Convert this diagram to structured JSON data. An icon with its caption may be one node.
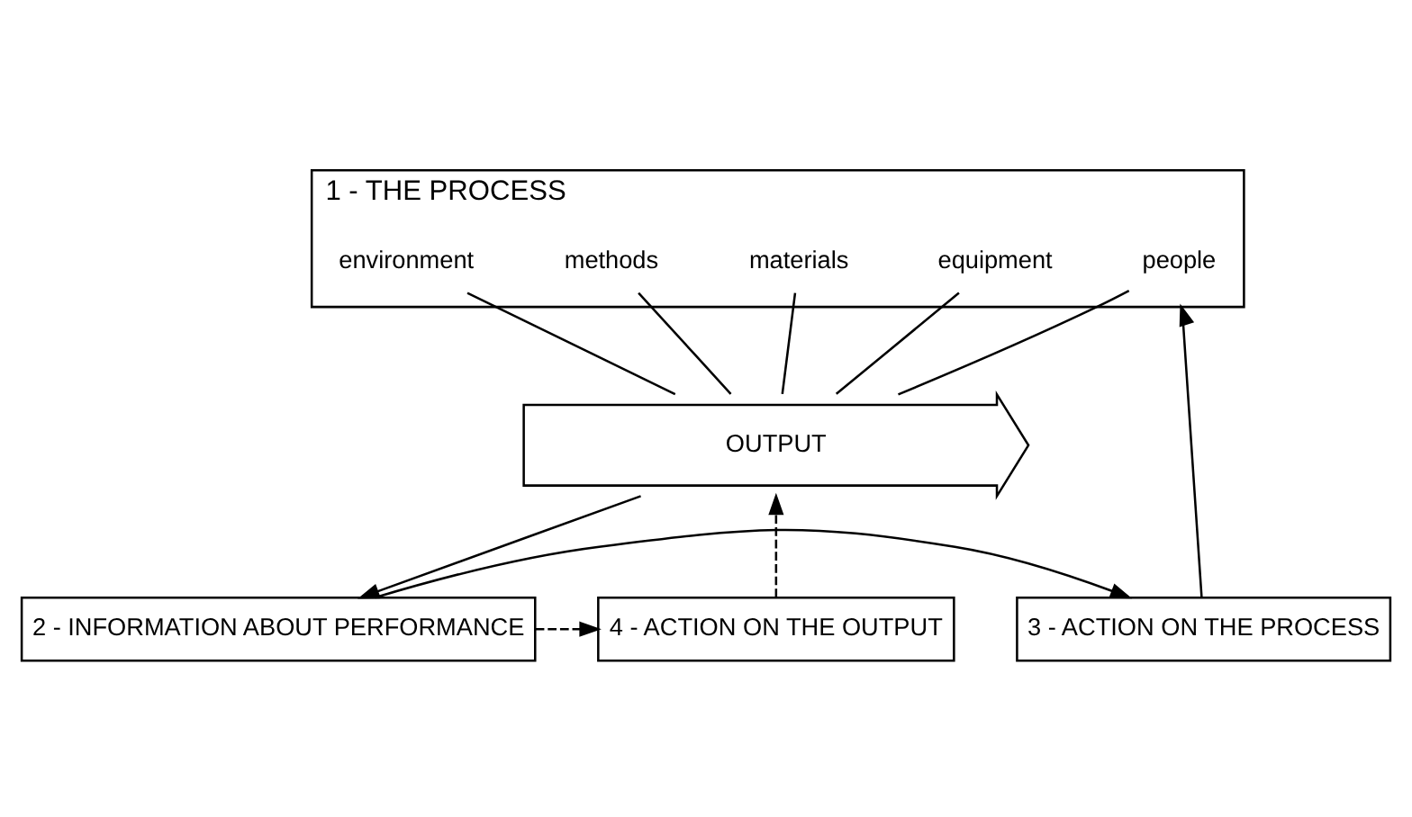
{
  "diagram": {
    "nodes": [
      {
        "text": [
          "1 - THE PROCESS"
        ]
      },
      {
        "text": [
          "2 - INFORMATION ABOUT PERFORMANCE"
        ]
      },
      {
        "text": [
          "3 - ACTION ON THE PROCESS"
        ]
      },
      {
        "text": [
          "4 - ACTION ON THE OUTPUT"
        ]
      },
      {
        "text": [
          "OUTPUT"
        ]
      },
      {
        "text": [
          "people"
        ],
        "in": 0
      },
      {
        "text": [
          "equipment"
        ],
        "in": 0
      },
      {
        "text": [
          "materials"
        ],
        "in": 0
      },
      {
        "text": [
          "methods"
        ],
        "in": 0
      },
      {
        "text": [
          "environment"
        ],
        "in": 0
      }
    ],
    "edges": [
      {
        "from": 1,
        "to": 2,
        "arrow": "to"
      },
      {
        "from": 1,
        "to": 3,
        "arrow": "to",
        "style": "dashed"
      },
      {
        "from": 2,
        "to": 0,
        "arrow": "to"
      },
      {
        "from": 4,
        "to": 1,
        "arrow": "to"
      },
      {
        "from": 3,
        "to": 4,
        "arrow": "to",
        "style": "dashed"
      },
      {
        "from": 5,
        "to": 4,
        "arrow": "none"
      },
      {
        "from": 6,
        "to": 4,
        "arrow": "none"
      },
      {
        "from": 7,
        "to": 4,
        "arrow": "none"
      },
      {
        "from": 8,
        "to": 4,
        "arrow": "none"
      },
      {
        "from": 9,
        "to": 4,
        "arrow": "none"
      }
    ]
  }
}
